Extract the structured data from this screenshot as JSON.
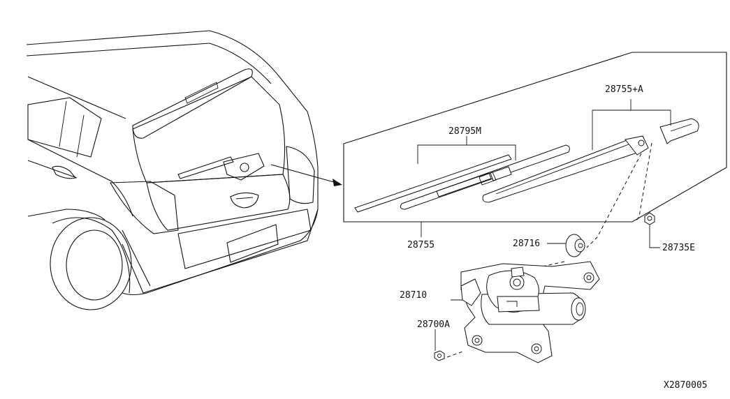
{
  "diagram": {
    "labels": {
      "arm": "28755+A",
      "blade_refill": "28795M",
      "blade_assy": "28755",
      "cap": "28716",
      "nut": "28735E",
      "motor": "28710",
      "bolt": "28700A",
      "figure_code": "X2870005"
    }
  }
}
